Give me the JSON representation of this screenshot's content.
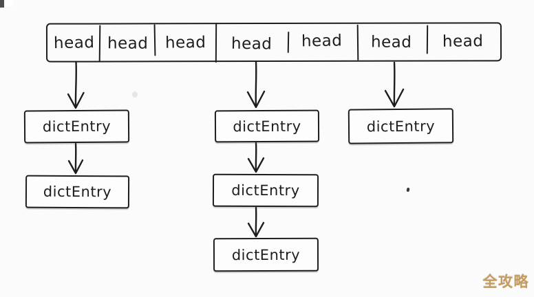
{
  "colors": {
    "background": "#fbfbfb",
    "stroke": "#1d1d1d",
    "watermark": "#c49a5f"
  },
  "diagram": {
    "type": "hash-table-with-chaining",
    "head_row": {
      "cells": [
        {
          "label": "head"
        },
        {
          "label": "head"
        },
        {
          "label": "head"
        },
        {
          "label": "head"
        },
        {
          "label": "head"
        },
        {
          "label": "head"
        },
        {
          "label": "head"
        }
      ]
    },
    "entry_boxes": [
      {
        "label": "dictEntry"
      },
      {
        "label": "dictEntry"
      },
      {
        "label": "dictEntry"
      },
      {
        "label": "dictEntry"
      },
      {
        "label": "dictEntry"
      },
      {
        "label": "dictEntry"
      }
    ],
    "chains": [
      {
        "from_head_index": 0,
        "entry_count": 2
      },
      {
        "from_head_index": 3,
        "entry_count": 3
      },
      {
        "from_head_index": 5,
        "entry_count": 1
      }
    ],
    "watermark": {
      "text": "全攻略"
    }
  }
}
